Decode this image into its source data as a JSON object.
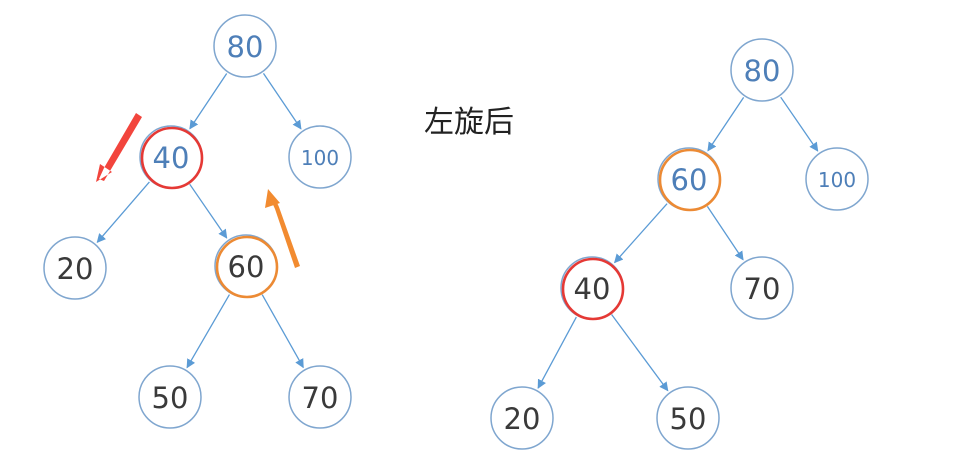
{
  "caption": "左旋后",
  "colors": {
    "ring": "#7fa6cf",
    "edge": "#5b9bd5",
    "text_blue": "#4e7fb8",
    "text_dark": "#3a3a3a",
    "highlight_red": "#e53935",
    "highlight_orange": "#ec8a34",
    "arrow_red": "#f2453d",
    "arrow_orange": "#f28b30"
  },
  "trees": [
    {
      "name": "before-rotation",
      "nodes": [
        {
          "id": "80",
          "label": "80",
          "text": "blue"
        },
        {
          "id": "40",
          "label": "40",
          "text": "blue",
          "highlight": "red"
        },
        {
          "id": "100",
          "label": "100",
          "text": "blue",
          "small": true
        },
        {
          "id": "20",
          "label": "20",
          "text": "dark"
        },
        {
          "id": "60",
          "label": "60",
          "text": "dark",
          "highlight": "orange"
        },
        {
          "id": "50",
          "label": "50",
          "text": "dark"
        },
        {
          "id": "70",
          "label": "70",
          "text": "dark"
        }
      ],
      "edges": [
        [
          "80",
          "40"
        ],
        [
          "80",
          "100"
        ],
        [
          "40",
          "20"
        ],
        [
          "40",
          "60"
        ],
        [
          "60",
          "50"
        ],
        [
          "60",
          "70"
        ]
      ]
    },
    {
      "name": "after-rotation",
      "nodes": [
        {
          "id": "80",
          "label": "80",
          "text": "blue"
        },
        {
          "id": "60",
          "label": "60",
          "text": "blue",
          "highlight": "orange"
        },
        {
          "id": "100",
          "label": "100",
          "text": "blue",
          "small": true
        },
        {
          "id": "40",
          "label": "40",
          "text": "dark",
          "highlight": "red"
        },
        {
          "id": "70",
          "label": "70",
          "text": "dark"
        },
        {
          "id": "20",
          "label": "20",
          "text": "dark"
        },
        {
          "id": "50",
          "label": "50",
          "text": "dark"
        }
      ],
      "edges": [
        [
          "80",
          "60"
        ],
        [
          "80",
          "100"
        ],
        [
          "60",
          "40"
        ],
        [
          "60",
          "70"
        ],
        [
          "40",
          "20"
        ],
        [
          "40",
          "50"
        ]
      ]
    }
  ],
  "arrows": [
    {
      "name": "red-arrow",
      "color": "arrow_red",
      "direction": "down-left"
    },
    {
      "name": "orange-arrow",
      "color": "arrow_orange",
      "direction": "up-left"
    }
  ]
}
